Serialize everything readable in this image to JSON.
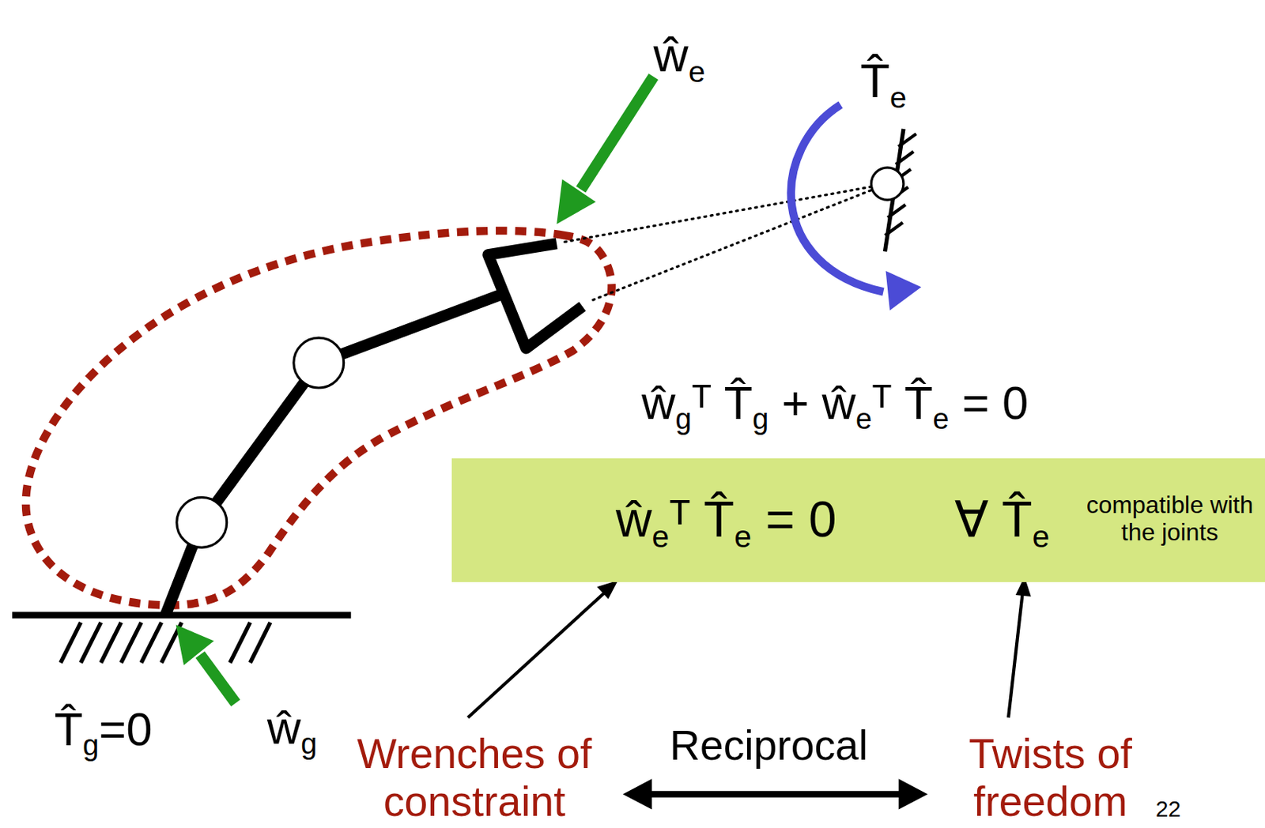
{
  "diagram": {
    "nodes": [
      {
        "text": [
          "ŵeᵀ T̂e = 0",
          "∀ T̂e",
          "compatible with the joints"
        ]
      }
    ],
    "labels": [
      "ŵe",
      "T̂e",
      "ŵgᵀ T̂g + ŵeᵀ T̂e = 0",
      "T̂g=0",
      "ŵg",
      "Wrenches of constraint",
      "Reciprocal",
      "Twists of freedom",
      "22"
    ]
  }
}
